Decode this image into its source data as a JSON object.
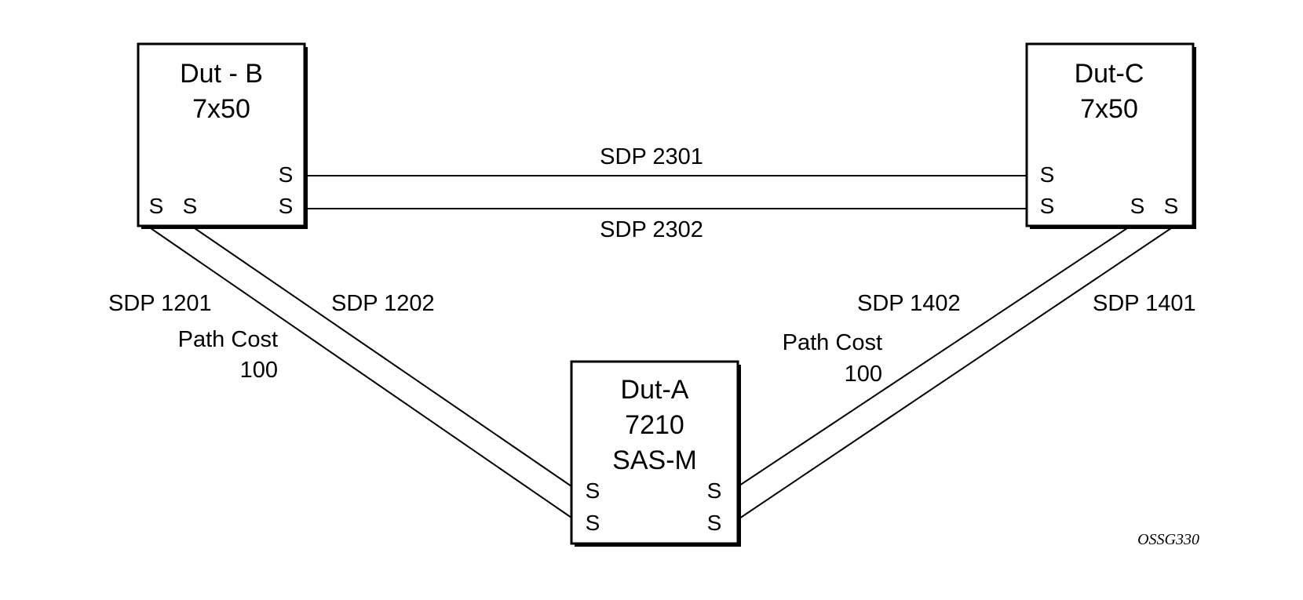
{
  "nodes": {
    "dut_b": {
      "name": "Dut - B",
      "model": "7x50"
    },
    "dut_c": {
      "name": "Dut-C",
      "model": "7x50"
    },
    "dut_a": {
      "name": "Dut-A",
      "model": "7210",
      "model2": "SAS-M"
    }
  },
  "port_label": "S",
  "links": {
    "sdp_2301": "SDP 2301",
    "sdp_2302": "SDP 2302",
    "sdp_1201": "SDP 1201",
    "sdp_1202": "SDP 1202",
    "sdp_1402": "SDP 1402",
    "sdp_1401": "SDP 1401"
  },
  "path_cost": {
    "left": {
      "label": "Path Cost",
      "value": "100"
    },
    "right": {
      "label": "Path Cost",
      "value": "100"
    }
  },
  "figure_id": "OSSG330"
}
